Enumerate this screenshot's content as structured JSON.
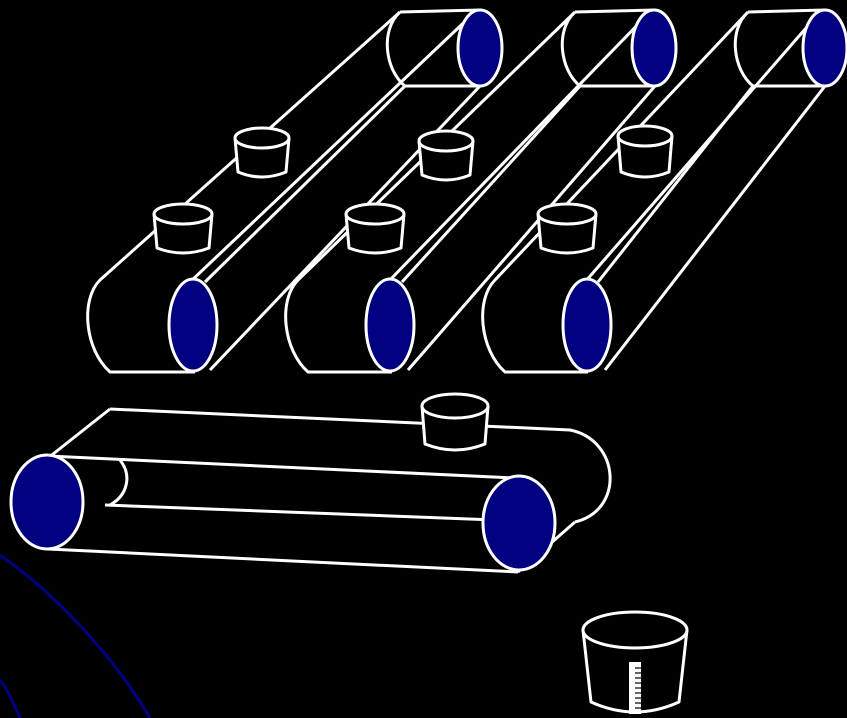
{
  "scene": "conveyor-belts-illustration",
  "colors": {
    "background": "#000000",
    "outline": "#ffffff",
    "roller_fill": "#000080",
    "accent_curve": "#000080"
  },
  "counts": {
    "diagonal_conveyors": 3,
    "horizontal_conveyors": 1,
    "cups_on_belts": 7,
    "measuring_cups": 1
  },
  "labels": []
}
